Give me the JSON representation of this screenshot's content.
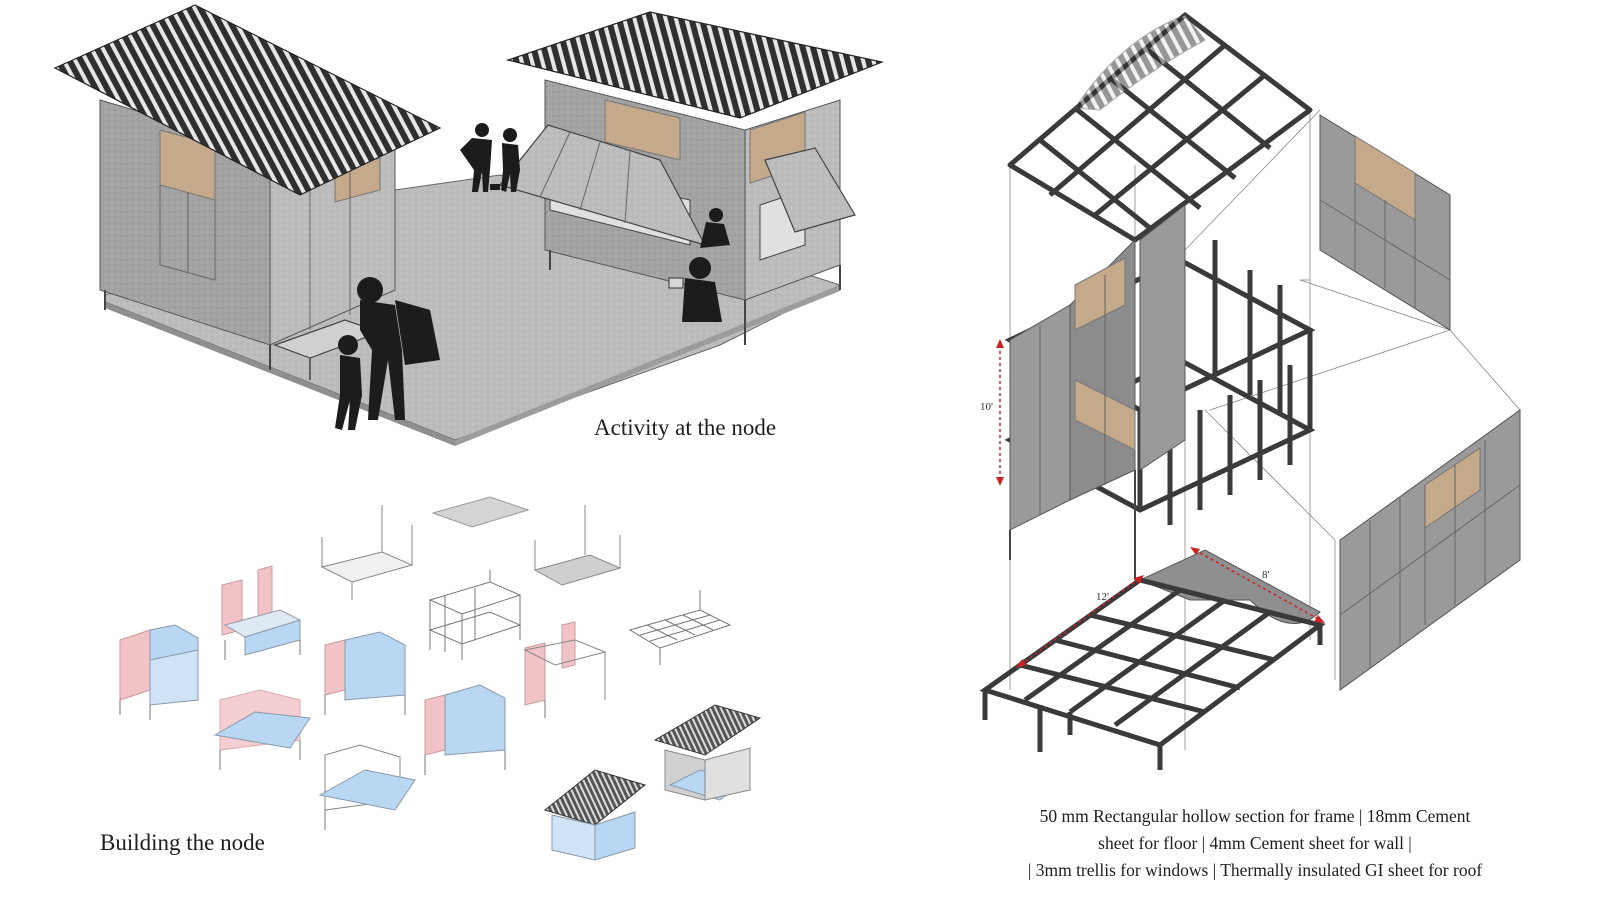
{
  "captions": {
    "activity": "Activity at the node",
    "building": "Building the node",
    "spec_lines": [
      "50 mm Rectangular hollow section for frame | 18mm Cement",
      "sheet for floor | 4mm Cement sheet for wall |",
      "| 3mm trellis for windows | Thermally insulated GI sheet for roof"
    ]
  },
  "dimensions": {
    "height": "10'",
    "width": "12'",
    "depth": "8'"
  },
  "colors": {
    "wall_grey": "#9a9a9a",
    "wall_light": "#b4b4b4",
    "frame_dark": "#3a3a3a",
    "roof_dark": "#2f2f2f",
    "panel_tan": "#c4a98a",
    "diagram_blue": "#b9d6f2",
    "diagram_pink": "#f2c3c6",
    "dimension_red": "#cc2222",
    "floor_grey": "#b9b9b9"
  }
}
